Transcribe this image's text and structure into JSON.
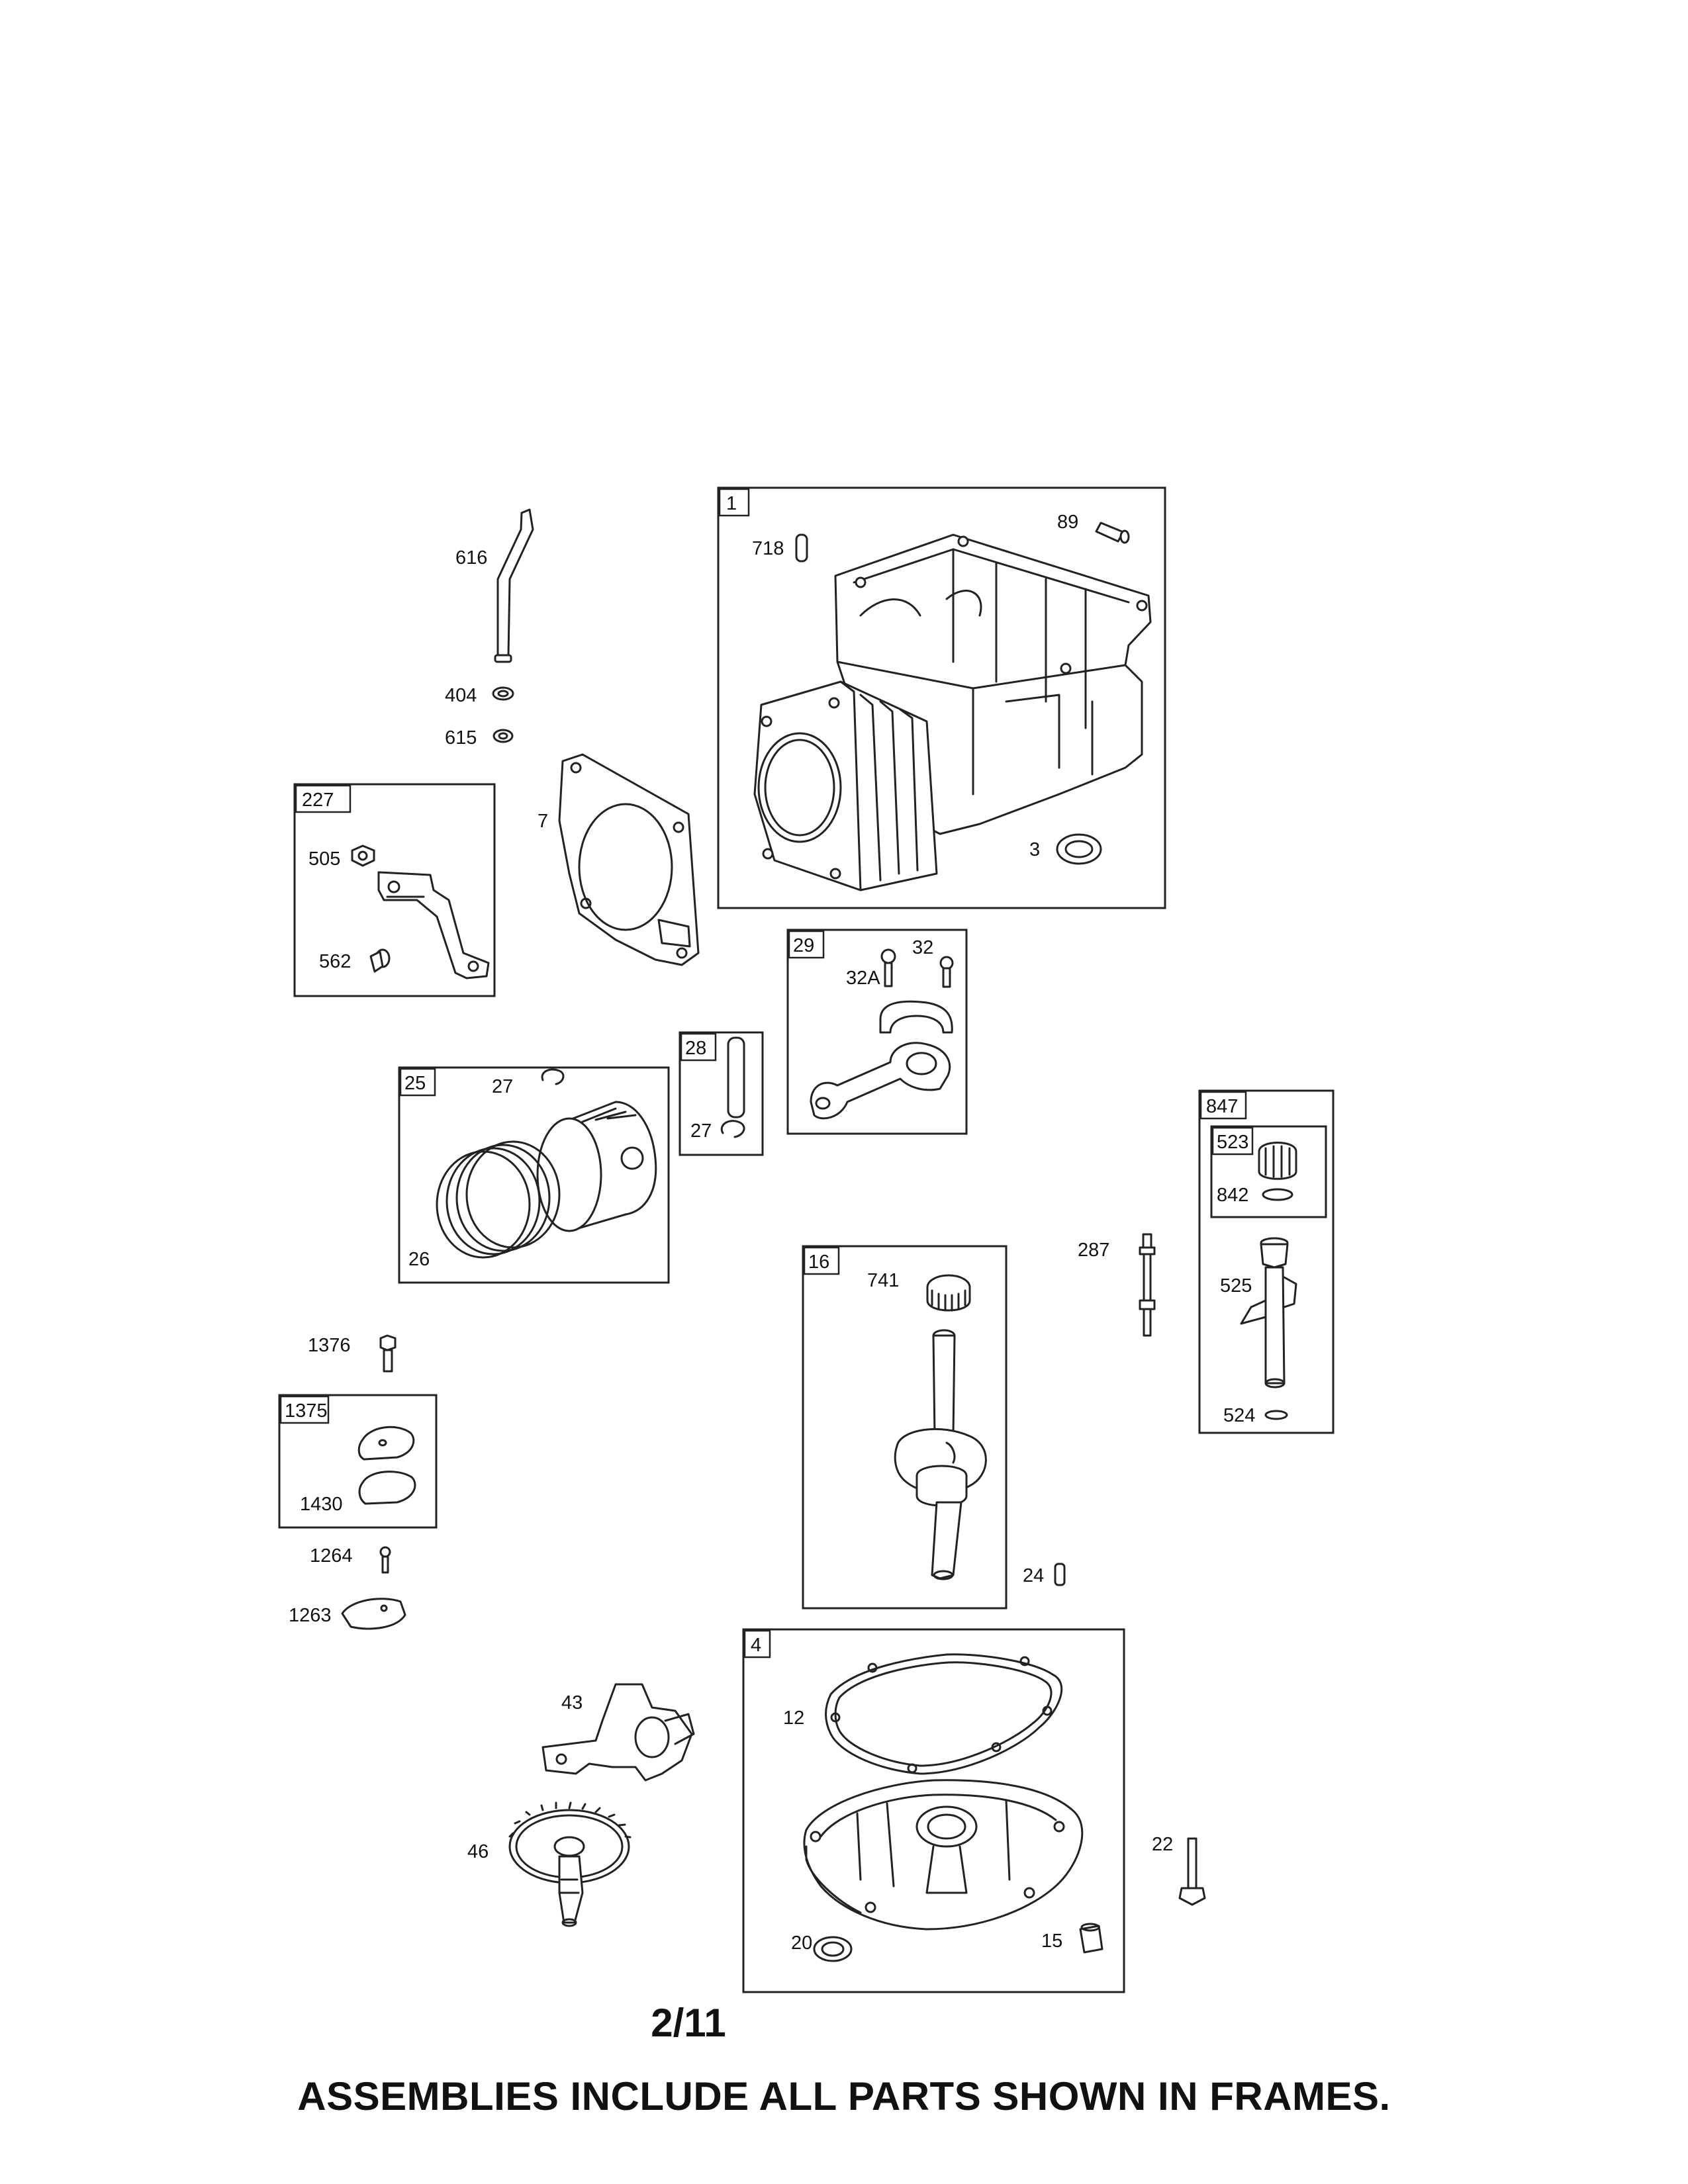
{
  "page": {
    "page_number": "2/11",
    "footer_note": "ASSEMBLIES INCLUDE ALL PARTS SHOWN IN FRAMES."
  },
  "frames": {
    "f1": "1",
    "f4": "4",
    "f16": "16",
    "f25": "25",
    "f28": "28",
    "f29": "29",
    "f227": "227",
    "f523": "523",
    "f847": "847",
    "f1375": "1375"
  },
  "parts": {
    "p3": "3",
    "p7": "7",
    "p12": "12",
    "p15": "15",
    "p20": "20",
    "p22": "22",
    "p24": "24",
    "p26": "26",
    "p27a": "27",
    "p27b": "27",
    "p32": "32",
    "p32A": "32A",
    "p43": "43",
    "p46": "46",
    "p89": "89",
    "p287": "287",
    "p404": "404",
    "p505": "505",
    "p524": "524",
    "p525": "525",
    "p562": "562",
    "p615": "615",
    "p616": "616",
    "p718": "718",
    "p741": "741",
    "p842": "842",
    "p1263": "1263",
    "p1264": "1264",
    "p1376": "1376",
    "p1430": "1430"
  }
}
